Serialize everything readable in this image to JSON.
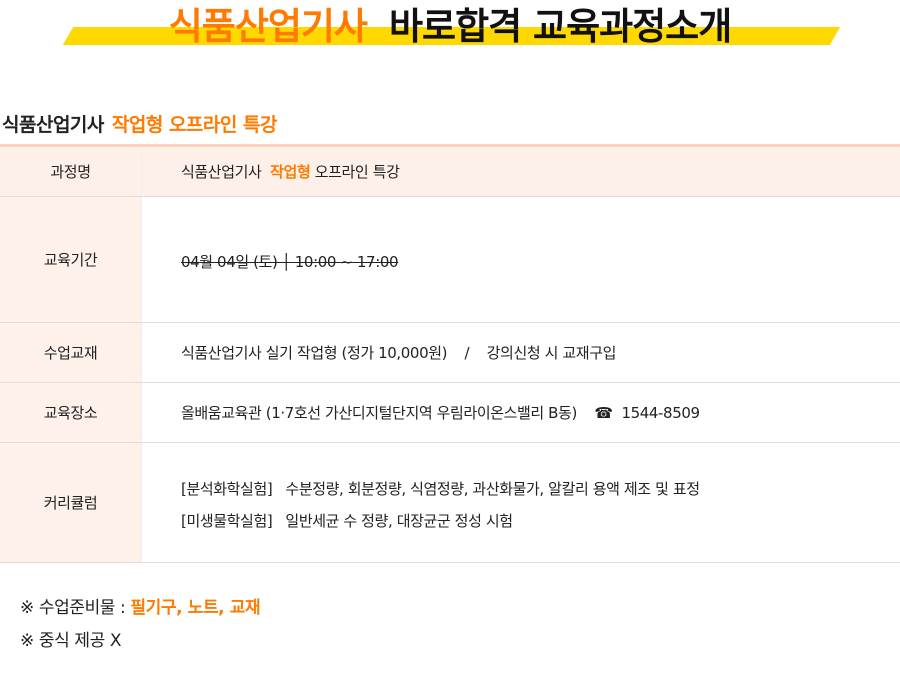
{
  "header": {
    "title_accent": "식품산업기사",
    "title_main": "바로합격 교육과정소개"
  },
  "course": {
    "name_main": "식품산업기사",
    "name_accent": "작업형 오프라인 특강"
  },
  "table": {
    "rows": [
      {
        "label": "과정명",
        "value_a": "식품산업기사",
        "value_b": "작업형",
        "value_c": "오프라인 특강"
      },
      {
        "label": "교육기간",
        "value": "04월 04일 (토) │ 10:00 ~ 17:00"
      },
      {
        "label": "수업교재",
        "value": "식품산업기사 실기 작업형 (정가 10,000원)    /    강의신청 시 교재구입"
      },
      {
        "label": "교육장소",
        "value": "올배움교육관 (1·7호선 가산디지털단지역 우림라이온스밸리 B동)",
        "phone_icon": "☎",
        "phone": "1544-8509"
      },
      {
        "label": "커리큘럼",
        "line1_tag": "[분석화학실험]",
        "line1": "수분정량, 회분정량, 식염정량, 과산화물가, 알칼리 용액 제조 및 표정",
        "line2_tag": "[미생물학실험]",
        "line2": "일반세균 수 정량, 대장균군 정성 시험"
      }
    ]
  },
  "notes": {
    "prep_label": "※ 수업준비물 :",
    "prep_value": "필기구, 노트, 교재",
    "meal": "※ 중식 제공 X"
  },
  "colors": {
    "accent": "#ff7a00",
    "banner": "#ffd800",
    "label_bg": "#fdf1ea"
  }
}
